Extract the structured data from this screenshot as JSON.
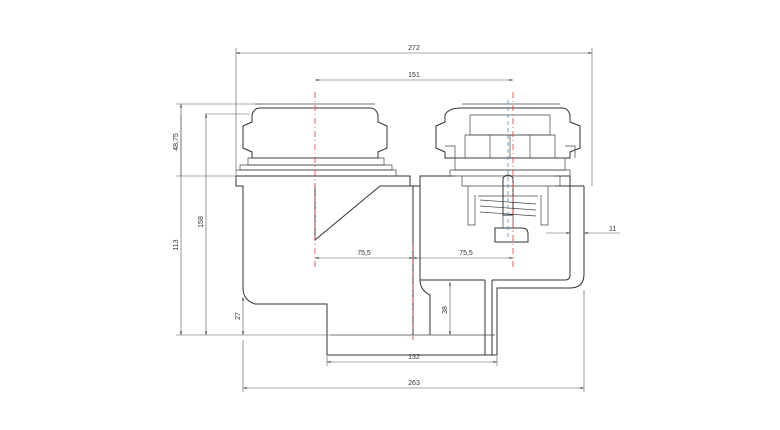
{
  "dimensions": {
    "width_272": "272",
    "center_151": "151",
    "lower_263": "263",
    "outlet_132": "132",
    "left_75_5": "75,5",
    "right_75_5": "75,5",
    "side_11": "11",
    "height_113": "113",
    "height_158": "158",
    "height_48_75": "48,75",
    "height_27": "27",
    "height_38": "38"
  }
}
